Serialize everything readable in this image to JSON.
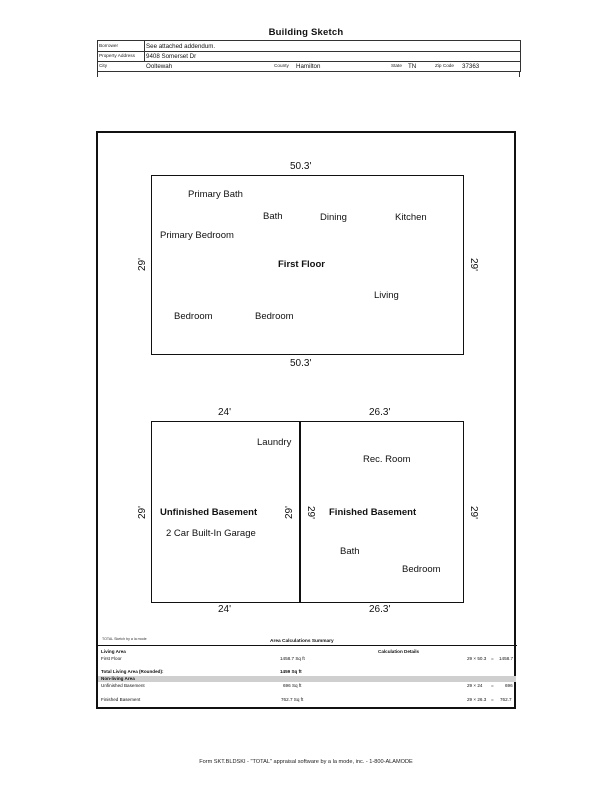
{
  "title": "Building Sketch",
  "header": {
    "borrower_label": "Borrower",
    "borrower_value": "See attached addendum.",
    "address_label": "Property Address",
    "address_value": "9408 Somerset Dr",
    "city_label": "City",
    "city_value": "Ooltewah",
    "county_label": "County",
    "county_value": "Hamilton",
    "state_label": "State",
    "state_value": "TN",
    "zip_label": "Zip Code",
    "zip_value": "37363"
  },
  "first_floor": {
    "name": "First Floor",
    "dim_top": "50.3'",
    "dim_bottom": "50.3'",
    "dim_left": "29'",
    "dim_right": "29'",
    "rooms": [
      "Primary Bath",
      "Bath",
      "Dining",
      "Kitchen",
      "Primary Bedroom",
      "Living",
      "Bedroom",
      "Bedroom"
    ]
  },
  "unfinished": {
    "name": "Unfinished Basement",
    "dim_top": "24'",
    "dim_bottom": "24'",
    "dim_left": "29'",
    "dim_right": "29'",
    "rooms": [
      "Laundry",
      "2 Car Built-In Garage"
    ]
  },
  "finished": {
    "name": "Finished Basement",
    "dim_top": "26.3'",
    "dim_bottom": "26.3'",
    "dim_left": "29'",
    "dim_right": "29'",
    "rooms": [
      "Rec. Room",
      "Bath",
      "Bedroom"
    ]
  },
  "summary": {
    "sketch_credit": "TOTAL Sketch by a la mode",
    "title": "Area Calculations Summary",
    "living_header": "Living Area",
    "details_header": "Calculation Details",
    "rows": [
      {
        "name": "First Floor",
        "area": "1458.7 Sq ft",
        "calc": "29 × 50.3",
        "eq": "=",
        "result": "1458.7"
      }
    ],
    "total_label": "Total Living Area (Rounded):",
    "total_value": "1459 Sq ft",
    "nonliving_header": "Non-living Area",
    "nonliving_rows": [
      {
        "name": "Unfinished Basement",
        "area": "696 Sq ft",
        "calc": "29 × 24",
        "eq": "=",
        "result": "696"
      },
      {
        "name": "Finished Basement",
        "area": "762.7 Sq ft",
        "calc": "29 × 26.3",
        "eq": "=",
        "result": "762.7"
      }
    ]
  },
  "footer": "Form SKT.BLDSKI - \"TOTAL\" appraisal software by a la mode, inc. - 1-800-ALAMODE"
}
